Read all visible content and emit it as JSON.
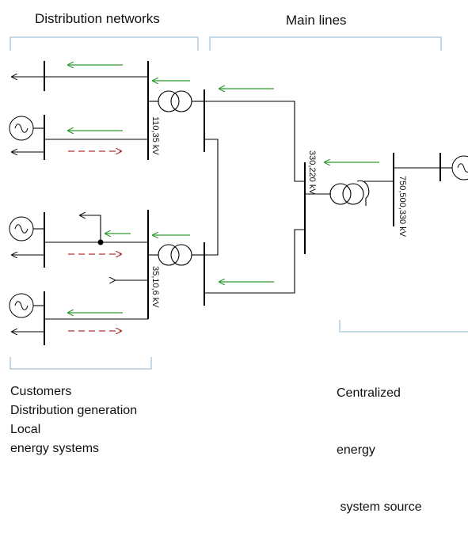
{
  "headers": {
    "distribution": "Distribution networks",
    "main": "Main lines"
  },
  "voltages": {
    "v110": "110,35 kV",
    "v35": "35,10,6 kV",
    "v330": "330,220 kV",
    "v750": "750,500,330 kV"
  },
  "captions": {
    "customers": [
      "Customers",
      "Distribution generation",
      "Local",
      "energy systems"
    ],
    "centralized": [
      "Centralized",
      "energy",
      " system source"
    ]
  },
  "colors": {
    "line": "#000000",
    "flow_arrow": "#2e9a2e",
    "dashed_arrow": "#b03030",
    "bracket": "#8fb4cf"
  }
}
